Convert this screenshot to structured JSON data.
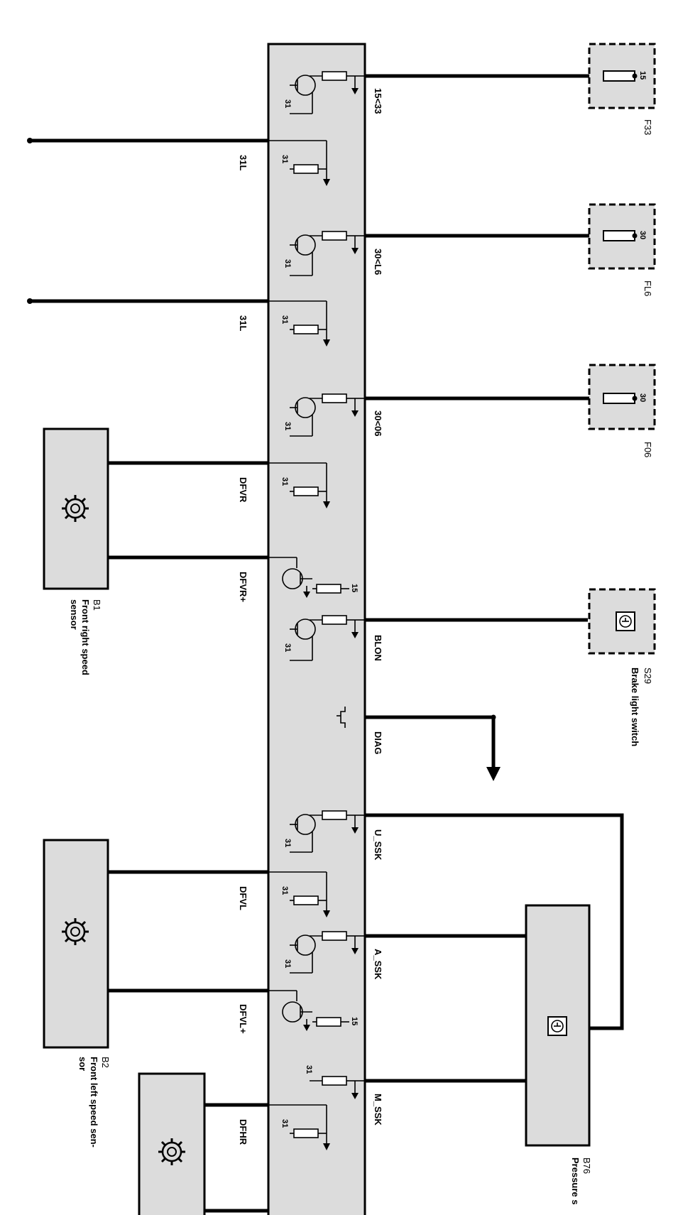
{
  "diagram": {
    "control_unit_signals": {
      "s_15_33": "15<33",
      "s_31l_a": "31L",
      "s_30_l6": "30<L6",
      "s_31l_b": "31L",
      "s_30_06": "30<06",
      "s_dfvr": "DFVR",
      "s_dfvr_plus": "DFVR+",
      "s_blon": "BLON",
      "s_diag": "DIAG",
      "s_u_ssk": "U_SSK",
      "s_dfvl": "DFVL",
      "s_a_ssk": "A_SSK",
      "s_dfvl_plus": "DFVL+",
      "s_m_ssk": "M_SSK",
      "s_dfhr": "DFHR"
    },
    "terminal_31": "31",
    "terminal_15": "15",
    "fuses": [
      {
        "id": "F33",
        "terminal": "15"
      },
      {
        "id": "FL6",
        "terminal": "30"
      },
      {
        "id": "F06",
        "terminal": "30"
      }
    ],
    "switch_s29": {
      "id": "S29",
      "name": "Brake light switch"
    },
    "sensor_b1": {
      "id": "B1",
      "name_line1": "Front right speed",
      "name_line2": "sensor"
    },
    "sensor_b2": {
      "id": "B2",
      "name_line1": "Front left speed sen-",
      "name_line2": "sor"
    },
    "sensor_b76": {
      "id": "B76",
      "name": "Pressure s"
    },
    "icons": [
      "gear-icon",
      "switch-icon",
      "transistor-icon",
      "resistor-icon",
      "fuse-icon",
      "arrow-down-icon",
      "pulse-icon"
    ]
  }
}
